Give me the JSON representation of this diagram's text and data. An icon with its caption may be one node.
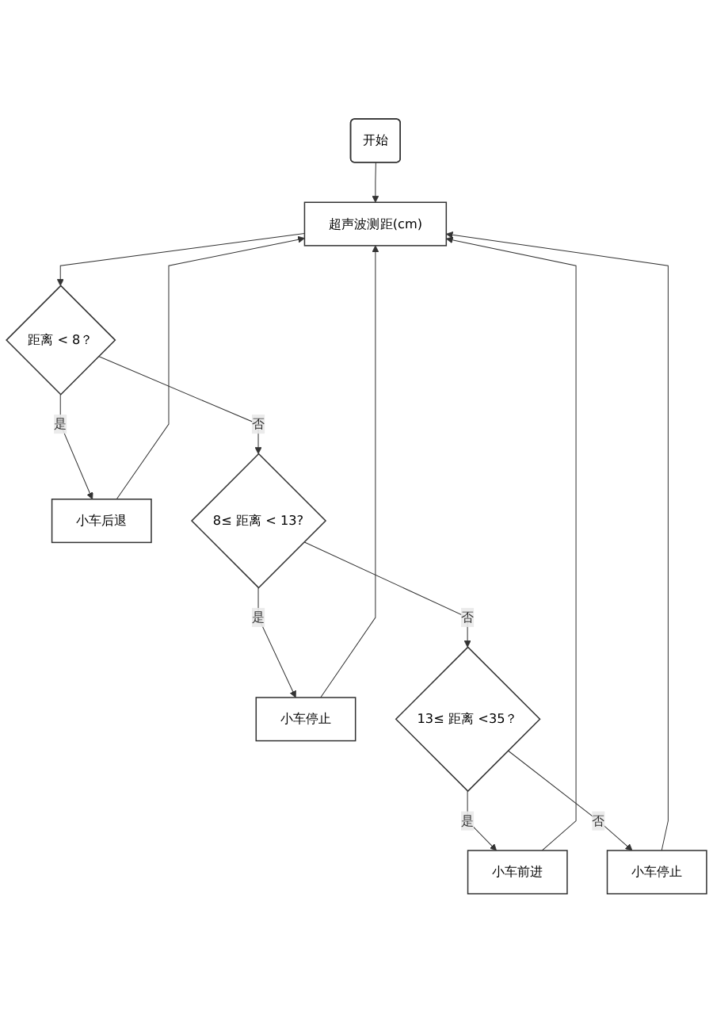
{
  "diagram": {
    "nodes": [
      {
        "text": [
          "开始"
        ]
      },
      {
        "text": [
          "超声波测距(cm)"
        ]
      },
      {
        "text": [
          "距离 < 8？"
        ]
      },
      {
        "text": [
          "小车后退"
        ]
      },
      {
        "text": [
          "8≤ 距离 < 13?"
        ]
      },
      {
        "text": [
          "小车停止"
        ]
      },
      {
        "text": [
          "13≤ 距离 <35？"
        ]
      },
      {
        "text": [
          "小车前进"
        ]
      },
      {
        "text": [
          "小车停止"
        ]
      }
    ],
    "edges": [
      {
        "from": 0,
        "to": 1,
        "arrow": "to"
      },
      {
        "from": 1,
        "to": 2,
        "arrow": "to"
      },
      {
        "from": 2,
        "to": 3,
        "arrow": "to",
        "label": "是"
      },
      {
        "from": 2,
        "to": 4,
        "arrow": "to",
        "label": "否"
      },
      {
        "from": 4,
        "to": 5,
        "arrow": "to",
        "label": "是"
      },
      {
        "from": 4,
        "to": 6,
        "arrow": "to",
        "label": "否"
      },
      {
        "from": 6,
        "to": 7,
        "arrow": "to",
        "label": "是"
      },
      {
        "from": 6,
        "to": 8,
        "arrow": "to",
        "label": "否"
      },
      {
        "from": 3,
        "to": 1,
        "arrow": "to"
      },
      {
        "from": 5,
        "to": 1,
        "arrow": "to"
      },
      {
        "from": 7,
        "to": 1,
        "arrow": "to"
      },
      {
        "from": 8,
        "to": 1,
        "arrow": "to"
      }
    ]
  }
}
